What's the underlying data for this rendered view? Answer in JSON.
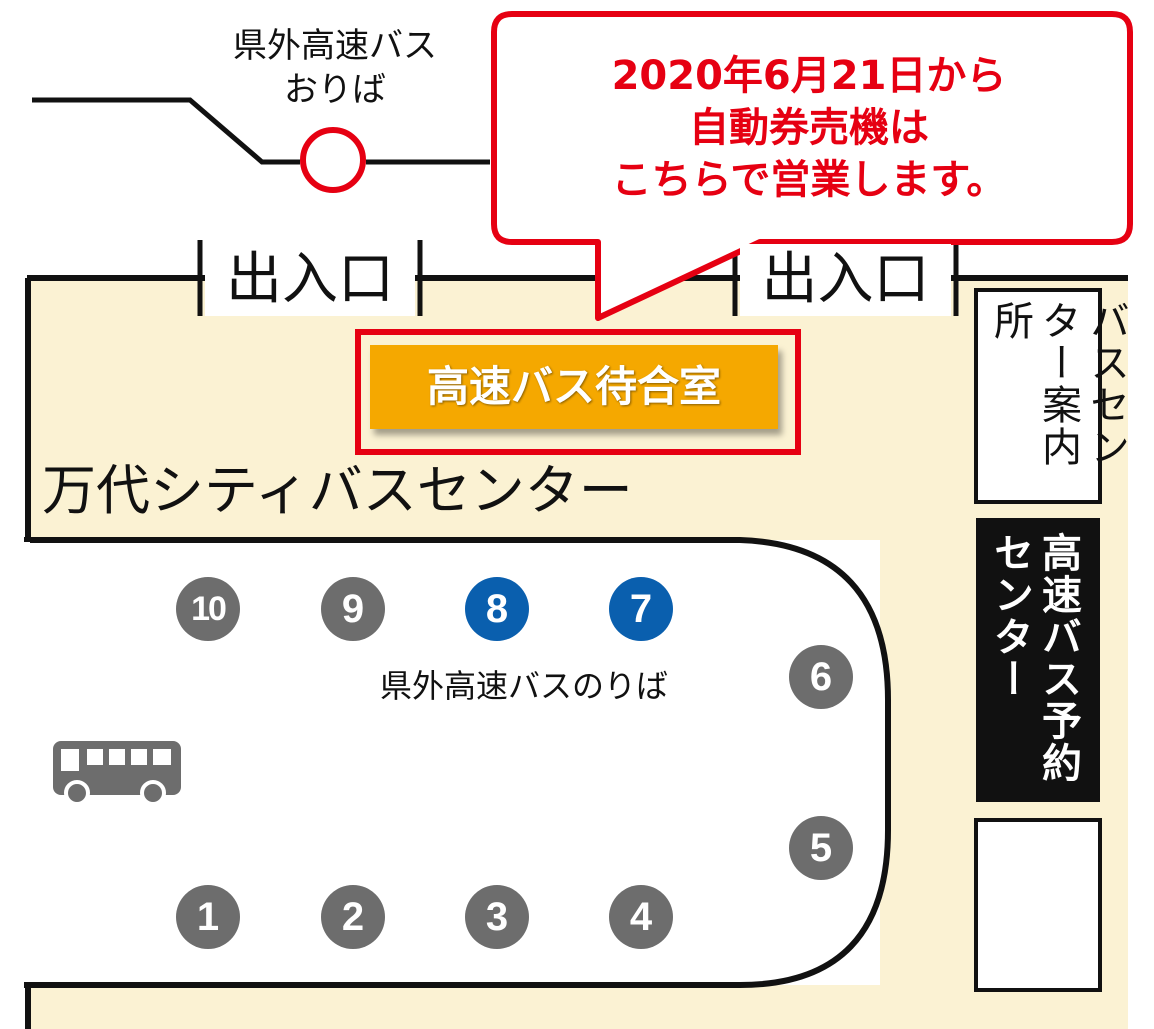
{
  "drop_off": {
    "line1": "県外高速バス",
    "line2": "おりば"
  },
  "notice": {
    "line1": "2020年6月21日から",
    "line2": "自動券売機は",
    "line3": "こちらで営業します。",
    "color": "#e60012"
  },
  "entrances": {
    "left": "出入口",
    "right": "出入口"
  },
  "waiting_room": {
    "label": "高速バス待合室",
    "color": "#f5a800"
  },
  "center_name": "万代シティバスセンター",
  "info_desk": {
    "col1": "バスセンター",
    "col2": "案内所"
  },
  "reservation_center": {
    "col1": "高速バス",
    "col2": "予約センター"
  },
  "boarding": {
    "label": "県外高速バスのりば",
    "stops": [
      {
        "number": "10",
        "highlight": false
      },
      {
        "number": "9",
        "highlight": false
      },
      {
        "number": "8",
        "highlight": true
      },
      {
        "number": "7",
        "highlight": true
      },
      {
        "number": "6",
        "highlight": false
      },
      {
        "number": "5",
        "highlight": false
      },
      {
        "number": "4",
        "highlight": false
      },
      {
        "number": "3",
        "highlight": false
      },
      {
        "number": "2",
        "highlight": false
      },
      {
        "number": "1",
        "highlight": false
      }
    ]
  },
  "icons": {
    "bus": "bus-icon",
    "drop_off_marker": "circle-marker-icon"
  },
  "colors": {
    "building": "#fbf2d3",
    "highlight_stop": "#0a5fae",
    "stop": "#6d6d6d"
  }
}
